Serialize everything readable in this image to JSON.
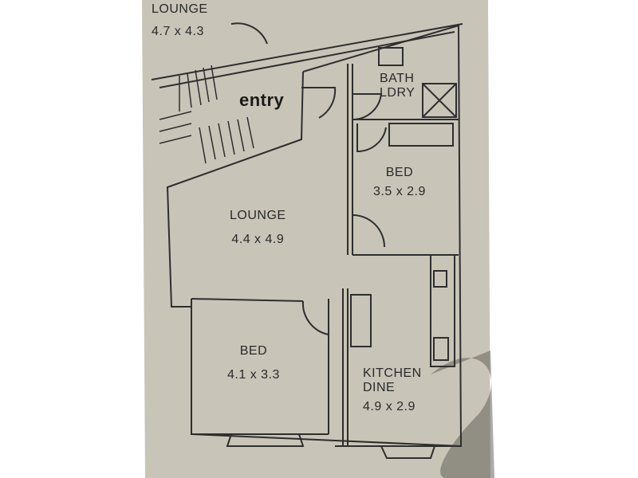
{
  "plan": {
    "rooms": [
      {
        "name": "LOUNGE",
        "size": "4.7 x 4.3"
      },
      {
        "name": "BATH",
        "name2": "LDRY"
      },
      {
        "name": "BED",
        "size": "3.5 x 2.9"
      },
      {
        "name": "LOUNGE",
        "size": "4.4 x 4.9"
      },
      {
        "name": "BED",
        "size": "4.1 x 3.3"
      },
      {
        "name": "KITCHEN",
        "name2": "DINE",
        "size": "4.9 x 2.9"
      }
    ],
    "entry_label": "entry"
  },
  "colors": {
    "paper": "#c8c4b7",
    "ink": "#2a2a2a",
    "background": "#ffffff"
  }
}
